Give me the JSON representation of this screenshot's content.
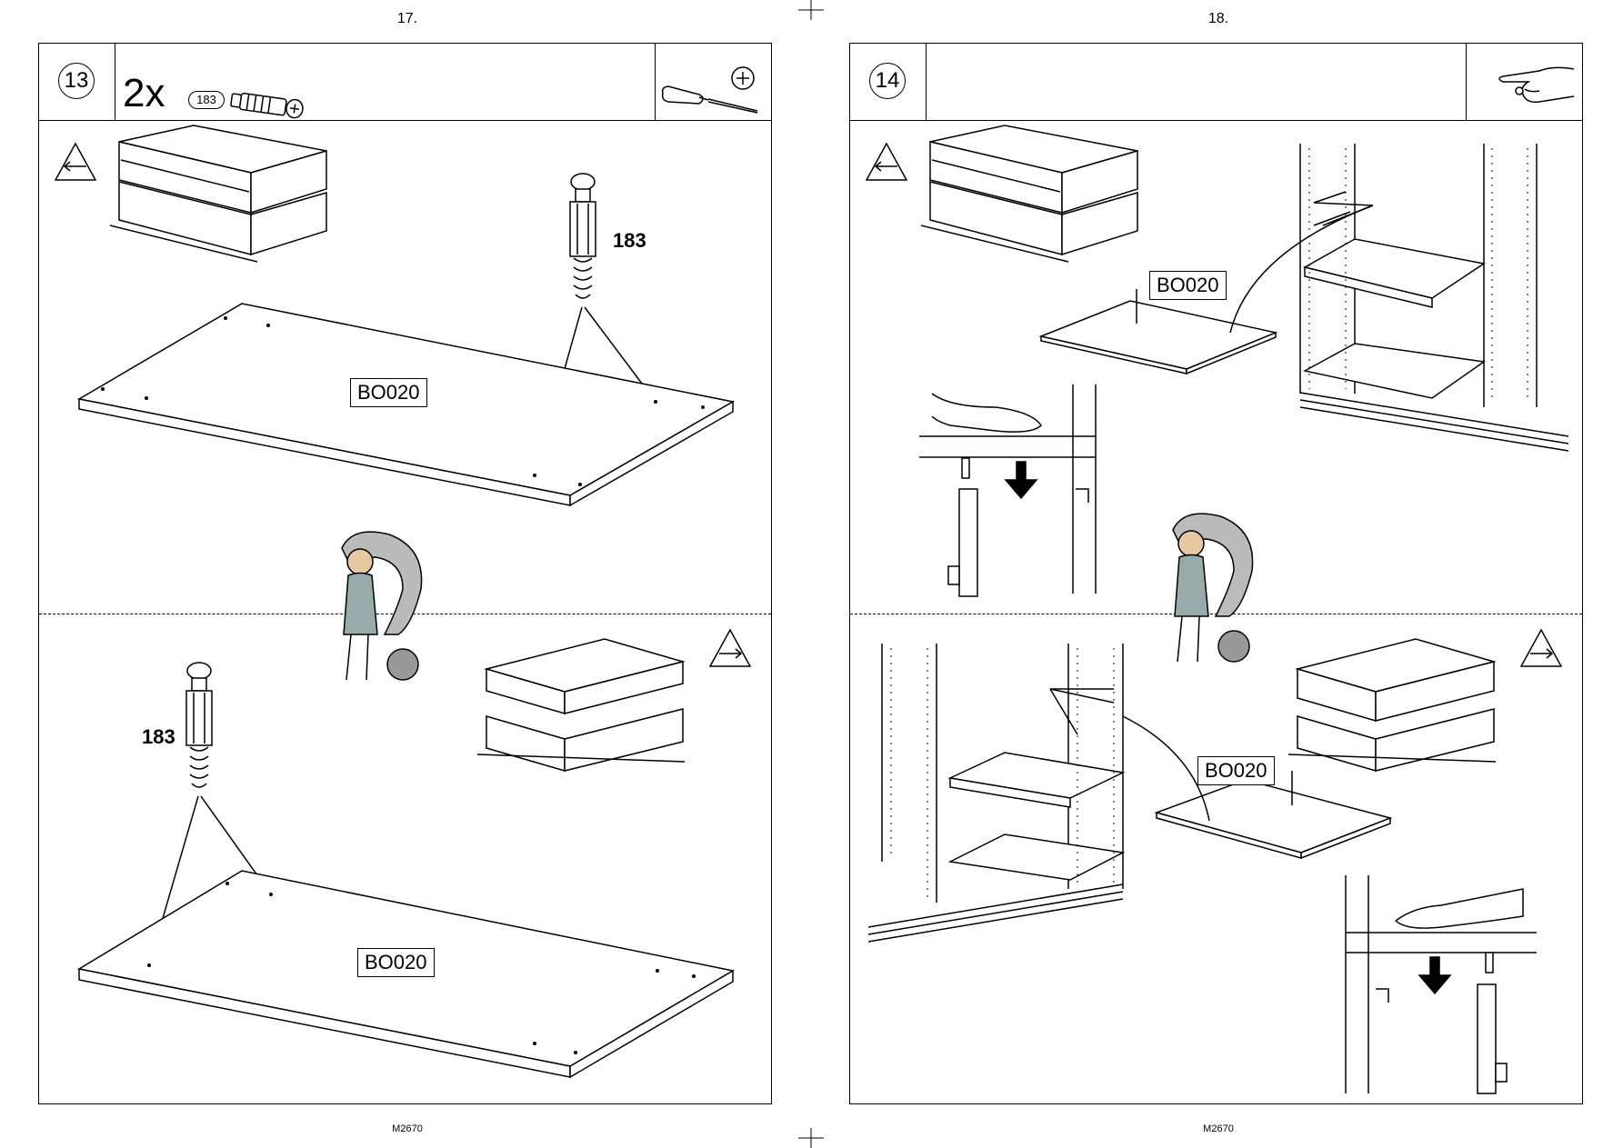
{
  "page_left": {
    "page_number": "17.",
    "footer_code": "M2670",
    "step": "13",
    "quantity": "2x",
    "part_badge": "183",
    "top_section": {
      "callout": "183",
      "panel_label": "BO020"
    },
    "bottom_section": {
      "callout": "183",
      "panel_label": "BO020"
    },
    "tool_icon": "screwdriver-phillips-icon"
  },
  "page_right": {
    "page_number": "18.",
    "footer_code": "M2670",
    "step": "14",
    "top_section": {
      "panel_label": "BO020"
    },
    "bottom_section": {
      "panel_label": "BO020"
    },
    "tool_icon": "hand-pointing-icon"
  }
}
